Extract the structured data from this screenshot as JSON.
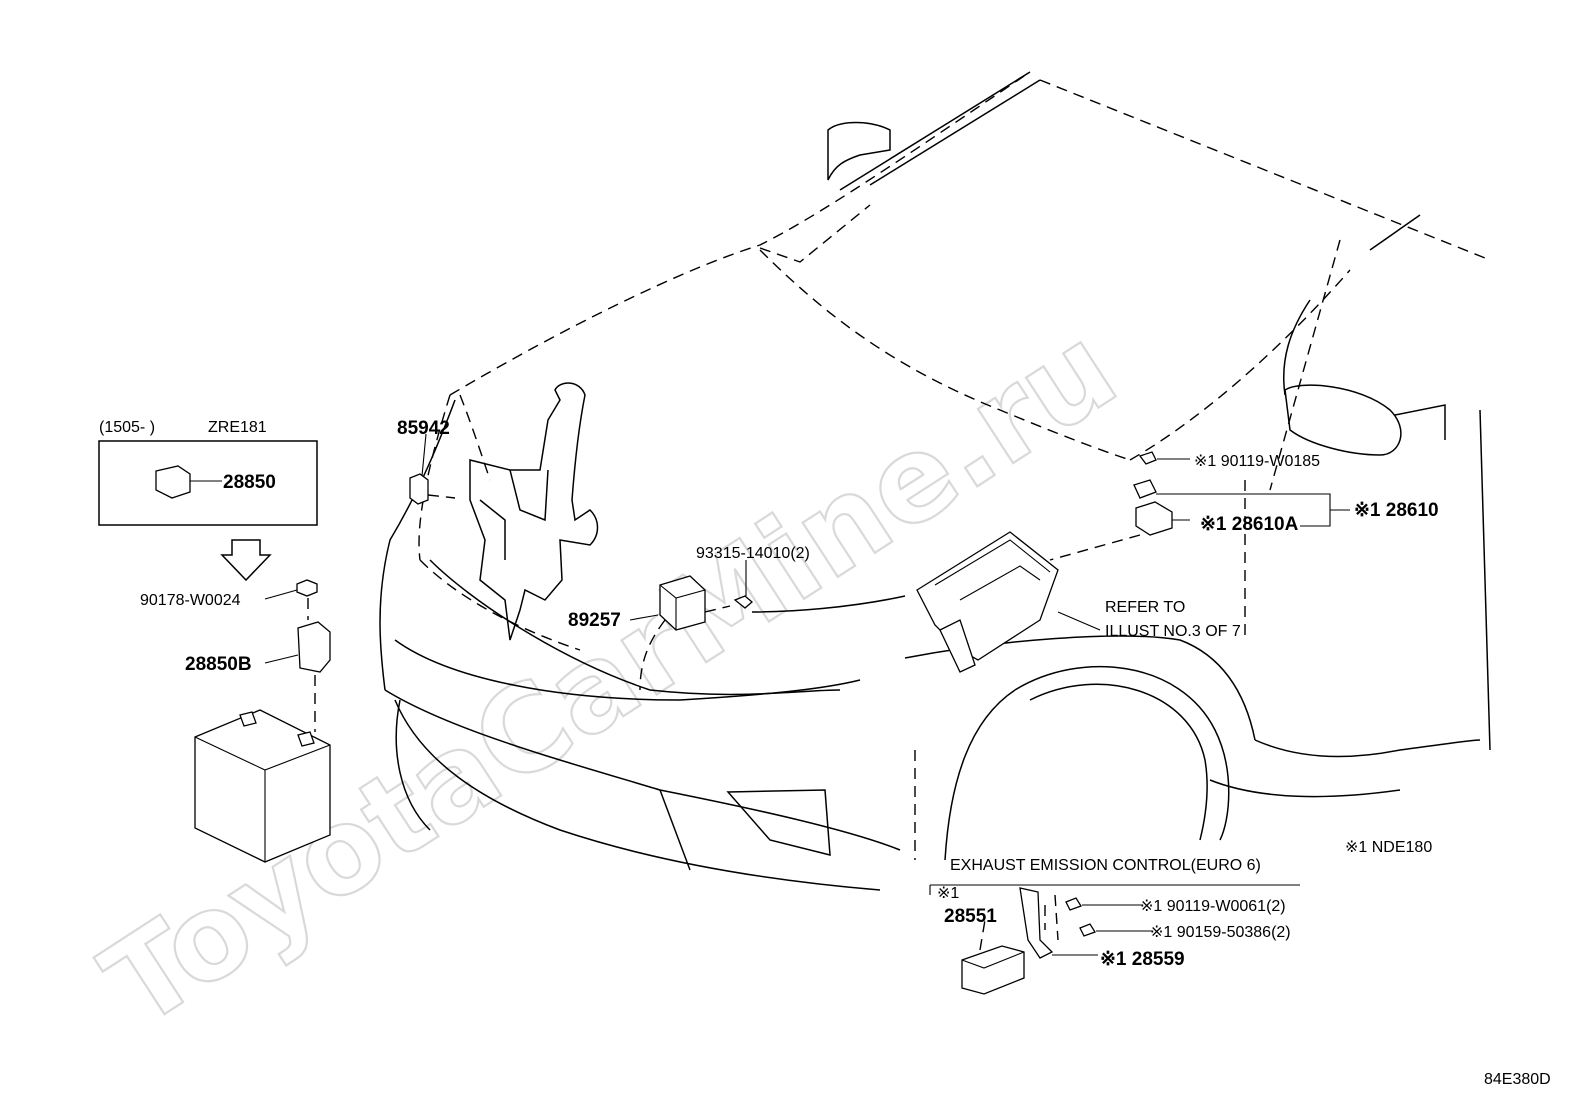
{
  "watermark": "ToyotaCarMine.ru",
  "inset": {
    "date_range": "(1505-       )",
    "model": "ZRE181",
    "part": "28850"
  },
  "labels": {
    "p85942": "85942",
    "p90178": "90178-W0024",
    "p28850B": "28850B",
    "p93315": "93315-14010(2)",
    "p89257": "89257",
    "p90119_w0185": "※1 90119-W0185",
    "p28610A": "※1 28610A",
    "p28610": "※1 28610",
    "refer_line1": "REFER TO",
    "refer_line2": "ILLUST NO.3 OF 7",
    "note": "※1 NDE180",
    "euro6_title": "EXHAUST EMISSION CONTROL(EURO 6)",
    "p28551_mark": "※1",
    "p28551": "28551",
    "p90119_w0061": "※1 90119-W0061(2)",
    "p90159": "※1 90159-50386(2)",
    "p28559": "※1 28559",
    "illust_code": "84E380D"
  }
}
